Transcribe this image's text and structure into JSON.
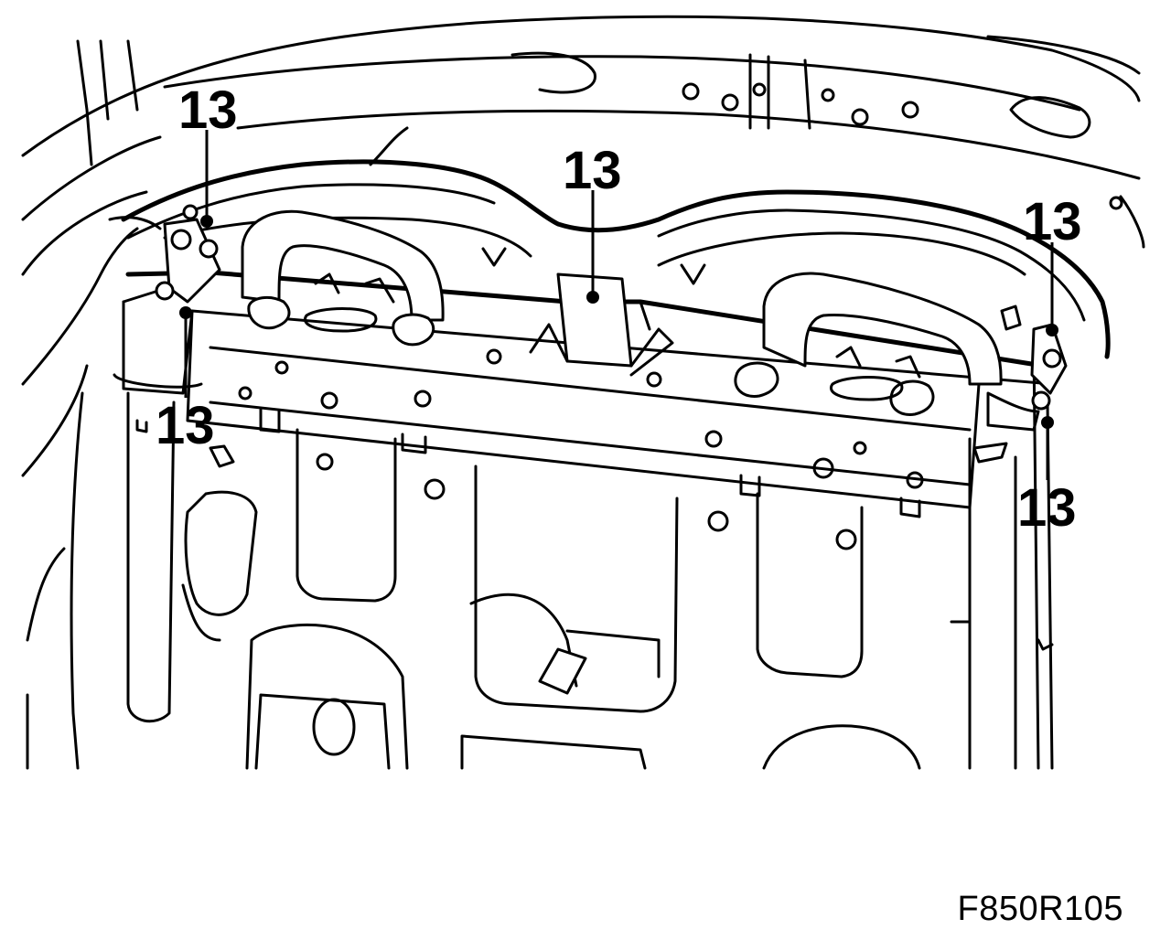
{
  "figure_id": "F850R105",
  "callouts": [
    {
      "label": "13"
    },
    {
      "label": "13"
    },
    {
      "label": "13"
    },
    {
      "label": "13"
    },
    {
      "label": "13"
    }
  ]
}
